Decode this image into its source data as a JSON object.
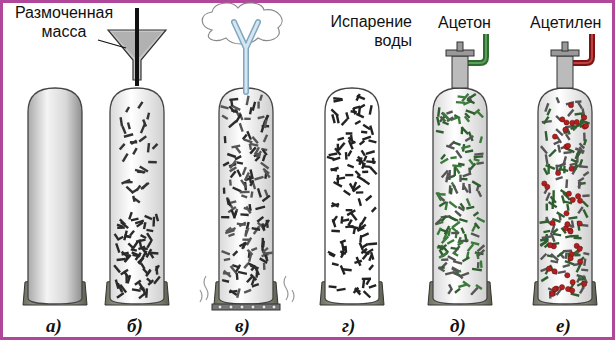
{
  "diagram": {
    "labels": [
      "Размоченная масса",
      "Испарение воды",
      "Ацетон",
      "Ацетилен",
      "а)",
      "б)",
      "в)",
      "г)",
      "д)",
      "е)"
    ]
  }
}
